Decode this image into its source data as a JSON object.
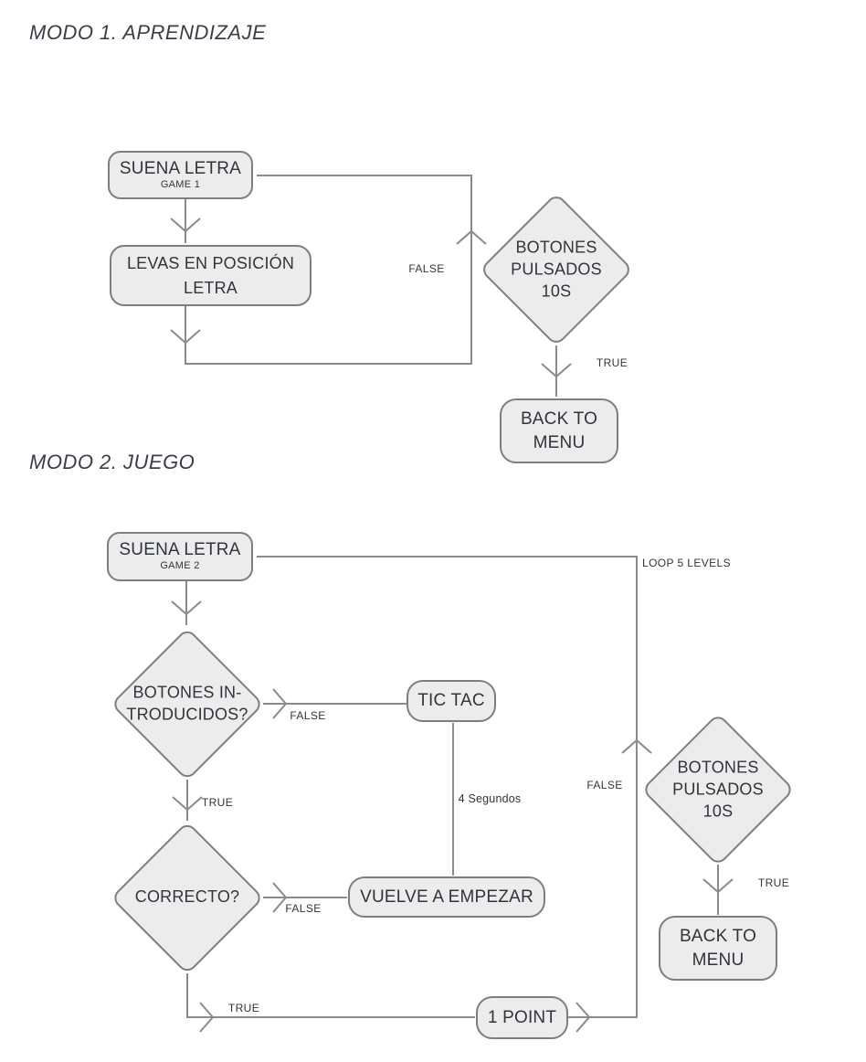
{
  "titles": {
    "mode1": "MODO 1. APRENDIZAJE",
    "mode2": "MODO 2. JUEGO"
  },
  "flow1": {
    "suena_letra": {
      "label": "SUENA LETRA",
      "sublabel": "GAME 1"
    },
    "levas_en_posicion": {
      "label": "LEVAS EN POSICIÓN\nLETRA"
    },
    "botones_pulsados": {
      "label": "BOTONES\nPULSADOS\n10S"
    },
    "back_to_menu": {
      "label": "BACK TO\nMENU"
    },
    "edge_labels": {
      "false_loop": "FALSE",
      "true_menu": "TRUE"
    }
  },
  "flow2": {
    "suena_letra": {
      "label": "SUENA LETRA",
      "sublabel": "GAME 2"
    },
    "loop_label": "LOOP 5 LEVELS",
    "botones_introducidos": {
      "label": "BOTONES IN-\nTRODUCIDOS?"
    },
    "tic_tac": {
      "label": "TIC TAC"
    },
    "seconds_label": "4 Segundos",
    "correcto": {
      "label": "CORRECTO?"
    },
    "vuelve_a_empezar": {
      "label": "VUELVE A EMPEZAR"
    },
    "one_point": {
      "label": "1 POINT"
    },
    "botones_pulsados": {
      "label": "BOTONES\nPULSADOS\n10S"
    },
    "back_to_menu": {
      "label": "BACK TO\nMENU"
    },
    "edge_labels": {
      "false_tictac": "FALSE",
      "true_correcto": "TRUE",
      "false_vuelve": "FALSE",
      "true_point": "TRUE",
      "false_loop": "FALSE",
      "true_menu": "TRUE"
    }
  },
  "colors": {
    "background": "#ffffff",
    "node_fill": "#ececec",
    "node_stroke": "#7d7d84",
    "line": "#8b8b8b",
    "text": "#30343d",
    "title": "#3a3e46"
  }
}
